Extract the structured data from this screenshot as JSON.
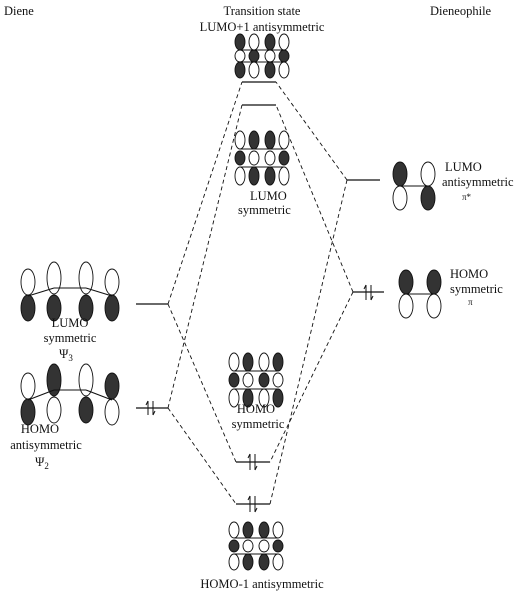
{
  "headers": {
    "diene": "Diene",
    "transition_state": "Transition state",
    "dienophile": "Dieneophile"
  },
  "ts": {
    "lumo1_label": "LUMO+1 antisymmetric",
    "lumo_label": "LUMO",
    "lumo_sym": "symmetric",
    "homo_label": "HOMO",
    "homo_sym": "symmetric",
    "homo1_label": "HOMO-1  antisymmetric"
  },
  "diene": {
    "lumo_label": "LUMO",
    "lumo_sym": "symmetric",
    "lumo_psi": "Ψ",
    "lumo_psi_sub": "3",
    "homo_label": "HOMO",
    "homo_sym": "antisymmetric",
    "homo_psi": "Ψ",
    "homo_psi_sub": "2"
  },
  "dienophile": {
    "lumo_label": "LUMO",
    "lumo_sym": "antisymmetric",
    "lumo_pi": "π*",
    "homo_label": "HOMO",
    "homo_sym": "symmetric",
    "homo_pi": "π"
  },
  "colors": {
    "line": "#111111",
    "shaded_lobe": "#333333",
    "background": "#ffffff"
  }
}
